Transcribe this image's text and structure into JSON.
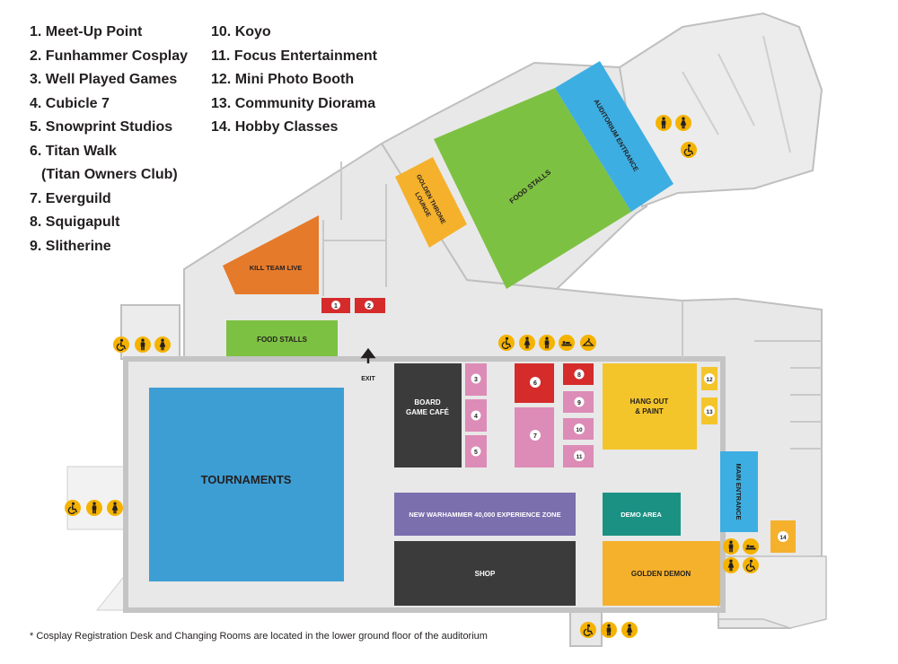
{
  "legend": {
    "left": [
      "1. Meet-Up Point",
      "2. Funhammer Cosplay",
      "3. Well Played Games",
      "4. Cubicle 7",
      "5. Snowprint Studios",
      "6. Titan Walk",
      "(Titan Owners Club)",
      "7. Everguild",
      "8. Squigapult",
      "9. Slitherine"
    ],
    "right": [
      "10. Koyo",
      "11. Focus Entertainment",
      "12. Mini Photo Booth",
      "13. Community Diorama",
      "14. Hobby Classes"
    ]
  },
  "areas": {
    "tournaments": "TOURNAMENTS",
    "board_game_cafe_1": "BOARD",
    "board_game_cafe_2": "GAME CAFÉ",
    "food_stalls_upper": "FOOD STALLS",
    "food_stalls_lower": "FOOD STALLS",
    "auditorium_entrance": "AUDITORIUM ENTRANCE",
    "golden_throne_1": "GOLDEN THRONE",
    "golden_throne_2": "LOUNGE",
    "kill_team_live": "KILL TEAM LIVE",
    "hang_out_1": "HANG OUT",
    "hang_out_2": "& PAINT",
    "experience_zone": "NEW WARHAMMER 40,000 EXPERIENCE ZONE",
    "demo_area": "DEMO AREA",
    "shop": "SHOP",
    "golden_demon": "GOLDEN DEMON",
    "main_entrance": "MAIN ENTRANCE",
    "exit": "EXIT"
  },
  "markers": [
    "1",
    "2",
    "3",
    "4",
    "5",
    "6",
    "7",
    "8",
    "9",
    "10",
    "11",
    "12",
    "13",
    "14"
  ],
  "footnote": "* Cosplay Registration Desk and Changing Rooms are located in the lower ground floor of the auditorium",
  "colors": {
    "floor": "#e9e9e9",
    "wall": "#bcbcbc",
    "blue": "#3d9ed4",
    "green": "#7dc142",
    "cyan": "#3daee2",
    "orange": "#e57a2b",
    "gold": "#f3c52a",
    "amber": "#f5b12c",
    "red": "#d52b2b",
    "pink": "#dc8cb6",
    "dark": "#3c3b3b",
    "purple": "#7b6fae",
    "teal": "#1b9184",
    "icon": "#f5b300"
  },
  "icons": [
    "accessible-toilet-icon",
    "male-toilet-icon",
    "female-toilet-icon",
    "baby-change-icon",
    "cloakroom-icon"
  ]
}
